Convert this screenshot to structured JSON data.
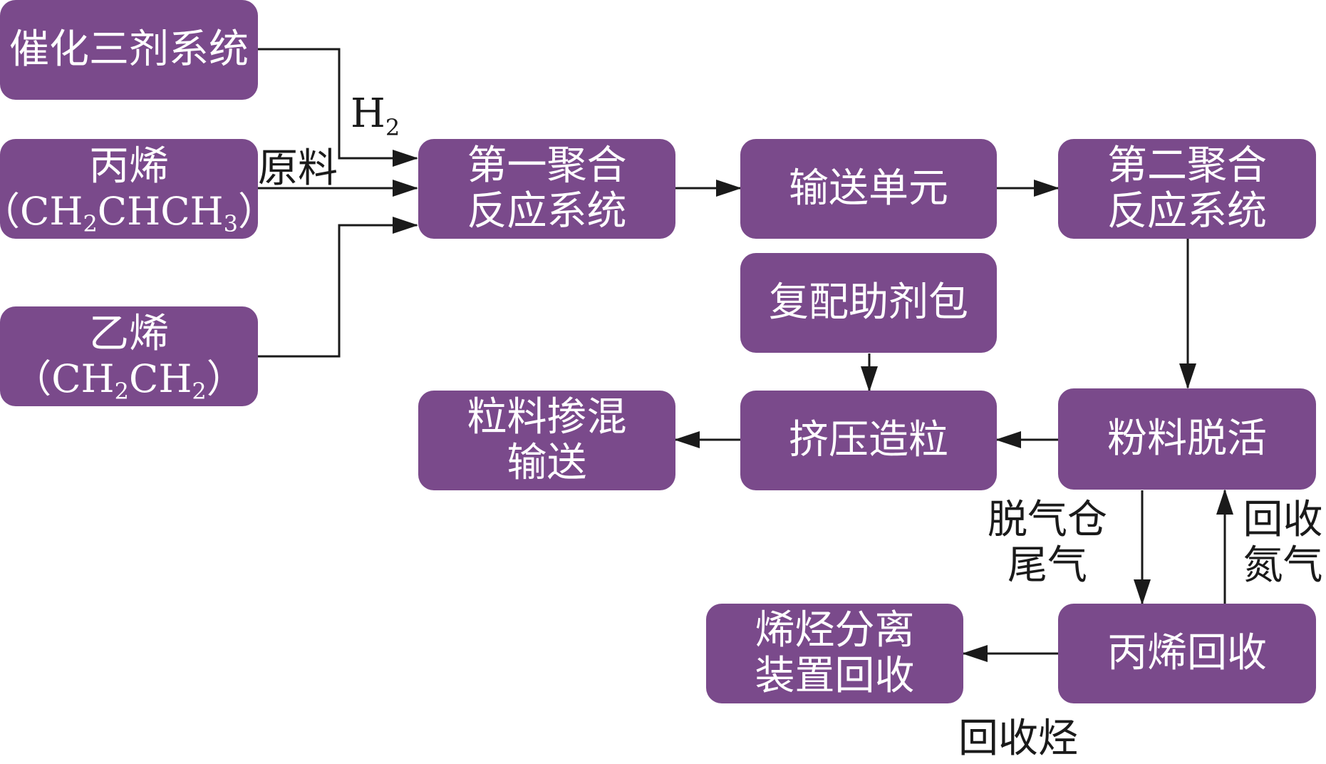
{
  "colors": {
    "box_fill": "#7a4a8b",
    "box_text": "#ffffff",
    "line": "#1a1a1a"
  },
  "nodes": {
    "catalyst": {
      "lines": [
        "催化三剂系统"
      ]
    },
    "propylene": {
      "lines": [
        "丙烯"
      ],
      "formula": {
        "open": "（",
        "p1": "CH",
        "s1": "2",
        "p2": "CHCH",
        "s2": "3",
        "close": "）"
      }
    },
    "ethylene": {
      "lines": [
        "乙烯"
      ],
      "formula": {
        "open": "（",
        "p1": "CH",
        "s1": "2",
        "p2": "CH",
        "s2": "2",
        "close": "）"
      }
    },
    "reactor1": {
      "lines": [
        "第一聚合",
        "反应系统"
      ]
    },
    "conveying": {
      "lines": [
        "输送单元"
      ]
    },
    "reactor2": {
      "lines": [
        "第二聚合",
        "反应系统"
      ]
    },
    "additive": {
      "lines": [
        "复配助剂包"
      ]
    },
    "granule": {
      "lines": [
        "粒料掺混",
        "输送"
      ]
    },
    "extrusion": {
      "lines": [
        "挤压造粒"
      ]
    },
    "deactivation": {
      "lines": [
        "粉料脱活"
      ]
    },
    "olefin_sep": {
      "lines": [
        "烯烃分离",
        "装置回收"
      ]
    },
    "propylene_rec": {
      "lines": [
        "丙烯回收"
      ]
    }
  },
  "edge_labels": {
    "h2": {
      "base": "H",
      "sub": "2"
    },
    "raw": "原料",
    "degas": [
      "脱气仓",
      "尾气"
    ],
    "nitrogen": [
      "回收",
      "氮气"
    ],
    "hydrocarbon": "回收烃"
  }
}
